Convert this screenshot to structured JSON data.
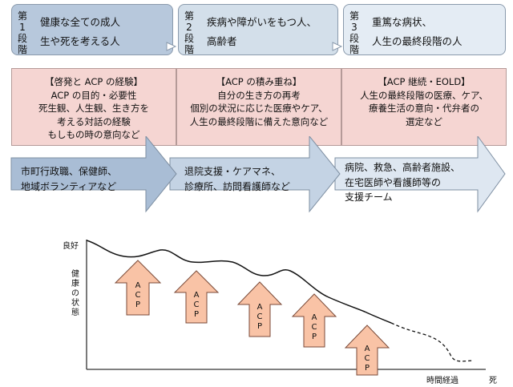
{
  "stages": [
    {
      "num_chars": [
        "第",
        "1",
        "段",
        "階"
      ],
      "lines": [
        "健康な全ての成人",
        "生や死を考える人"
      ]
    },
    {
      "num_chars": [
        "第",
        "2",
        "段",
        "階"
      ],
      "lines": [
        "疾病や障がいをもつ人、",
        "高齢者"
      ]
    },
    {
      "num_chars": [
        "第",
        "3",
        "段",
        "階"
      ],
      "lines": [
        "重篤な病状、",
        "人生の最終段階の人"
      ]
    }
  ],
  "acp_boxes": [
    {
      "lines": [
        "【啓発と ACP の経験】",
        "ACP の目的・必要性",
        "死生観、人生観、生き方を",
        "考える対話の経験",
        "もしもの時の意向など"
      ]
    },
    {
      "lines": [
        "【ACP の積み重ね】",
        "自分の生き方の再考",
        "個別の状況に応じた医療やケア、",
        "人生の最終段階に備えた意向など"
      ]
    },
    {
      "lines": [
        "【ACP 継続・EOLD】",
        "人生の最終段階の医療、ケア、",
        "療養生活の意向・代弁者の",
        "選定など"
      ]
    }
  ],
  "supporters": [
    {
      "lines": [
        "市町行政職、保健師、",
        "地域ボランティアなど"
      ]
    },
    {
      "lines": [
        "退院支援・ケアマネ、",
        "診療所、訪問看護師など"
      ]
    },
    {
      "lines": [
        "病院、救急、高齢者施設、",
        "在宅医師や看護師等の",
        "支援チーム"
      ]
    }
  ],
  "graph": {
    "y_label_top": "良好",
    "y_label_side": [
      "健",
      "康",
      "の",
      "状",
      "態"
    ],
    "x_label": "時間経過",
    "end_label": "死",
    "arrow_chars": [
      "A",
      "C",
      "P"
    ]
  },
  "colors": {
    "stage1": "#b7c8dc",
    "stage2": "#d3dfea",
    "stage3": "#e4ecf4",
    "pink": "#f5d5d2",
    "blue_arrow": "#b4c6dc",
    "acp_arrow_fill": "#f9c3a6",
    "acp_arrow_stroke": "#7a4a38"
  }
}
